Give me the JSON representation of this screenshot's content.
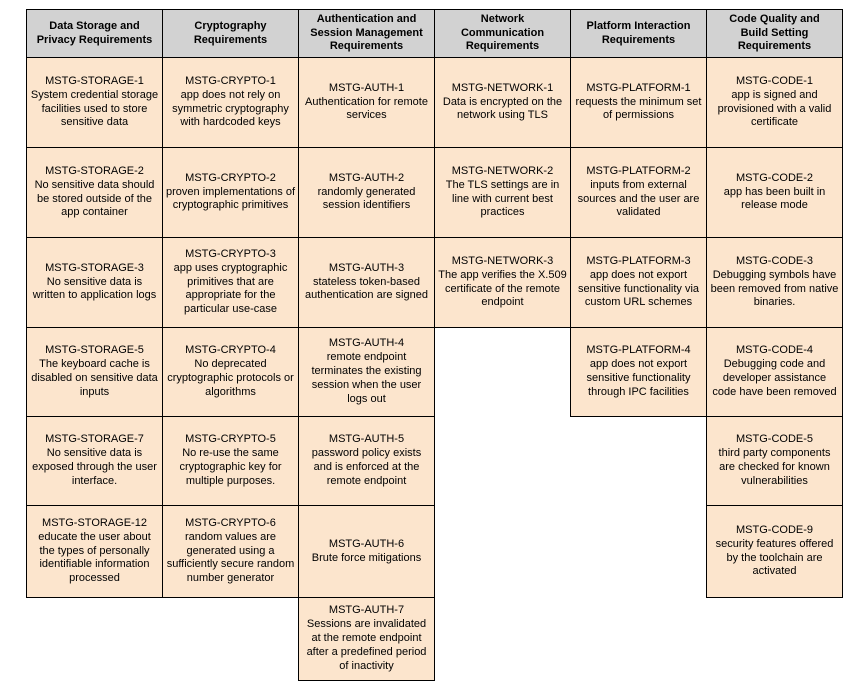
{
  "page": {
    "background": "#ffffff"
  },
  "table": {
    "header_bg": "#d2d2d2",
    "cell_bg": "#fce5cd",
    "border_color": "#000000",
    "text_color": "#000000",
    "columns": [
      {
        "header": "Data Storage and\nPrivacy Requirements",
        "cells": [
          {
            "code": "MSTG-STORAGE-1",
            "desc": "System credential storage facilities used to store sensitive data"
          },
          {
            "code": "MSTG-STORAGE-2",
            "desc": "No sensitive data should be stored outside of the app container"
          },
          {
            "code": "MSTG-STORAGE-3",
            "desc": "No sensitive data is written to application logs"
          },
          {
            "code": "MSTG-STORAGE-5",
            "desc": "The keyboard cache is disabled on sensitive data inputs"
          },
          {
            "code": "MSTG-STORAGE-7",
            "desc": "No sensitive data is exposed through the user interface."
          },
          {
            "code": "MSTG-STORAGE-12",
            "desc": "educate the user about the types of personally identifiable information processed"
          }
        ]
      },
      {
        "header": "Cryptography\nRequirements",
        "cells": [
          {
            "code": "MSTG-CRYPTO-1",
            "desc": "app does not rely on symmetric cryptography with hardcoded keys"
          },
          {
            "code": "MSTG-CRYPTO-2",
            "desc": "proven implementations of cryptographic primitives"
          },
          {
            "code": "MSTG-CRYPTO-3",
            "desc": "app uses cryptographic primitives that are appropriate for the particular use-case"
          },
          {
            "code": "MSTG-CRYPTO-4",
            "desc": "No deprecated cryptographic protocols or algorithms"
          },
          {
            "code": "MSTG-CRYPTO-5",
            "desc": "No re-use the same cryptographic key for multiple purposes."
          },
          {
            "code": "MSTG-CRYPTO-6",
            "desc": "random values are generated using a sufficiently secure random number generator"
          }
        ]
      },
      {
        "header": "Authentication and\nSession Management\nRequirements",
        "cells": [
          {
            "code": "MSTG-AUTH-1",
            "desc": "Authentication for remote services"
          },
          {
            "code": "MSTG-AUTH-2",
            "desc": "randomly generated session identifiers"
          },
          {
            "code": "MSTG-AUTH-3",
            "desc": "stateless token-based authentication are signed"
          },
          {
            "code": "MSTG-AUTH-4",
            "desc": "remote endpoint terminates the existing session when the user logs out"
          },
          {
            "code": "MSTG-AUTH-5",
            "desc": "password policy exists and is enforced at the remote endpoint"
          },
          {
            "code": "MSTG-AUTH-6",
            "desc": "Brute force mitigations"
          },
          {
            "code": "MSTG-AUTH-7",
            "desc": "Sessions are invalidated at the remote endpoint after a predefined period of inactivity"
          }
        ]
      },
      {
        "header": "Network\nCommunication\nRequirements",
        "cells": [
          {
            "code": "MSTG-NETWORK-1",
            "desc": "Data is encrypted on the network using TLS"
          },
          {
            "code": "MSTG-NETWORK-2",
            "desc": "The TLS settings are in line with current best practices"
          },
          {
            "code": "MSTG-NETWORK-3",
            "desc": "The app verifies the X.509 certificate of the remote endpoint"
          }
        ]
      },
      {
        "header": "Platform Interaction\nRequirements",
        "cells": [
          {
            "code": "MSTG-PLATFORM-1",
            "desc": "requests the minimum set of permissions"
          },
          {
            "code": "MSTG-PLATFORM-2",
            "desc": "inputs from external sources and the user are validated"
          },
          {
            "code": "MSTG-PLATFORM-3",
            "desc": "app does not export sensitive functionality via custom URL schemes"
          },
          {
            "code": "MSTG-PLATFORM-4",
            "desc": "app does not export sensitive functionality through IPC facilities"
          }
        ]
      },
      {
        "header": "Code Quality and\nBuild Setting\nRequirements",
        "cells": [
          {
            "code": "MSTG-CODE-1",
            "desc": "app is signed and provisioned with a valid certificate"
          },
          {
            "code": "MSTG-CODE-2",
            "desc": "app has been built in release mode"
          },
          {
            "code": "MSTG-CODE-3",
            "desc": "Debugging symbols have been removed from native binaries."
          },
          {
            "code": "MSTG-CODE-4",
            "desc": "Debugging code and developer assistance code have been removed"
          },
          {
            "code": "MSTG-CODE-5",
            "desc": "third party components are checked for known vulnerabilities"
          },
          {
            "code": "MSTG-CODE-9",
            "desc": "security features offered by the toolchain are activated"
          }
        ]
      }
    ]
  }
}
